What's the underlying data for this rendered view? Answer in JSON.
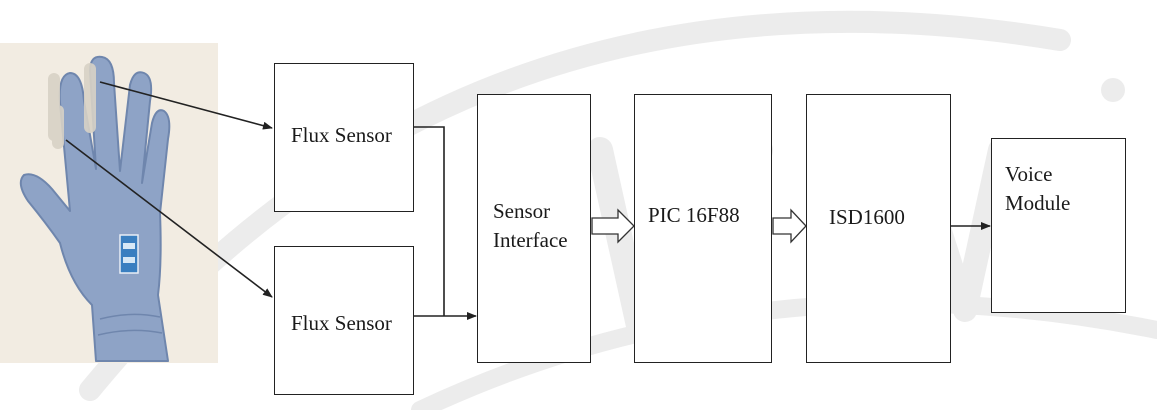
{
  "diagram": {
    "nodes": {
      "flux_sensor_top": "Flux Sensor",
      "flux_sensor_bottom": "Flux Sensor",
      "sensor_interface": "Sensor\nInterface",
      "pic": "PIC 16F88",
      "isd": "ISD1600",
      "voice_module": "Voice\nModule"
    },
    "edges": [
      {
        "from": "glove_index_finger",
        "to": "flux_sensor_top",
        "style": "line-arrow"
      },
      {
        "from": "glove_thumb",
        "to": "flux_sensor_bottom",
        "style": "line-arrow"
      },
      {
        "from": "flux_sensor_top",
        "to": "sensor_interface",
        "style": "line-arrow"
      },
      {
        "from": "flux_sensor_bottom",
        "to": "sensor_interface",
        "style": "line-arrow"
      },
      {
        "from": "sensor_interface",
        "to": "pic",
        "style": "hollow-block-arrow"
      },
      {
        "from": "pic",
        "to": "isd",
        "style": "hollow-block-arrow"
      },
      {
        "from": "isd",
        "to": "voice_module",
        "style": "line-arrow"
      }
    ],
    "colors": {
      "glove": "#8ea3c6",
      "glove_shadow": "#6f86ad",
      "photo_background": "#f2ece2",
      "watermark": "#c9c9c9"
    }
  }
}
